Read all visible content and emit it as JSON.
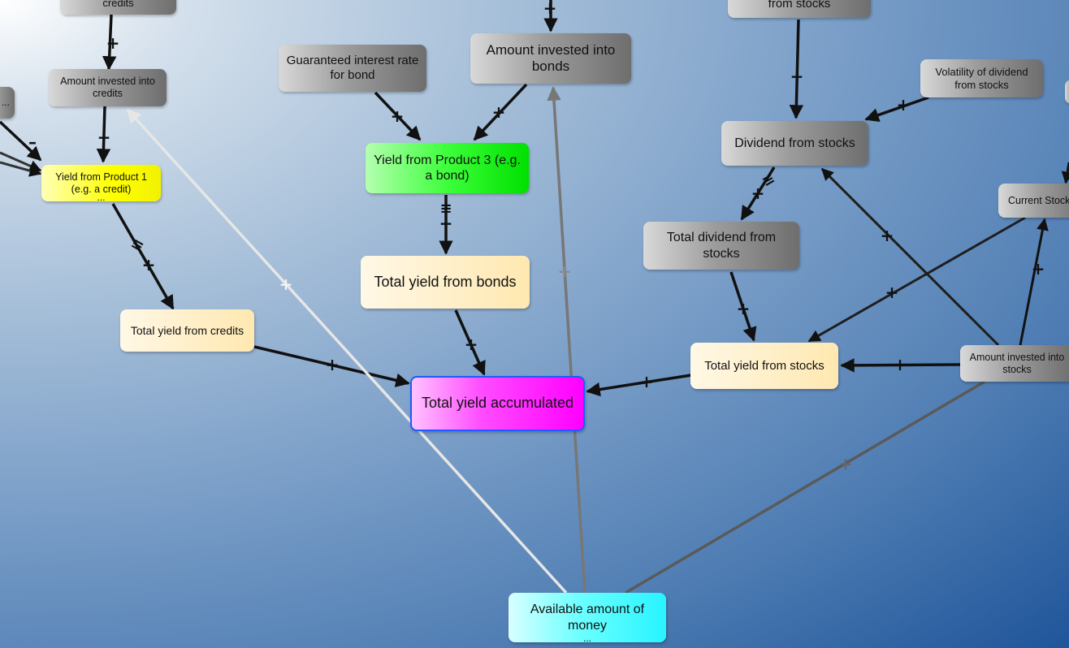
{
  "nodes": {
    "credits_top": "credits",
    "stocks_top": "from stocks",
    "left_stub": "...",
    "amount_credits": "Amount invested into credits",
    "guaranteed_rate": "Guaranteed interest rate for bond",
    "amount_bonds": "Amount invested into bonds",
    "volatility_dividend": "Volatility of dividend from stocks",
    "dividend_stocks": "Dividend from stocks",
    "current_stock": "Current Stock",
    "yield_product1": "Yield from Product 1 (e.g. a credit)",
    "yield_product3": "Yield from Product 3 (e.g. a bond)",
    "total_dividend": "Total dividend from stocks",
    "total_yield_bonds": "Total yield from bonds",
    "total_yield_credits": "Total yield from credits",
    "total_yield_stocks": "Total yield from stocks",
    "amount_stocks": "Amount invested into stocks",
    "total_yield_accumulated": "Total yield accumulated",
    "available_money": "Available amount of money",
    "more_dots": "..."
  },
  "colors": {
    "edge_dark": "#111111",
    "edge_gray": "#777777",
    "edge_dim": "#5a5a5a",
    "edge_light": "#e6e6e6",
    "border_focus": "#1d5bff"
  },
  "link_signs": {
    "plus": "+",
    "minus": "–",
    "delay": "≡"
  }
}
